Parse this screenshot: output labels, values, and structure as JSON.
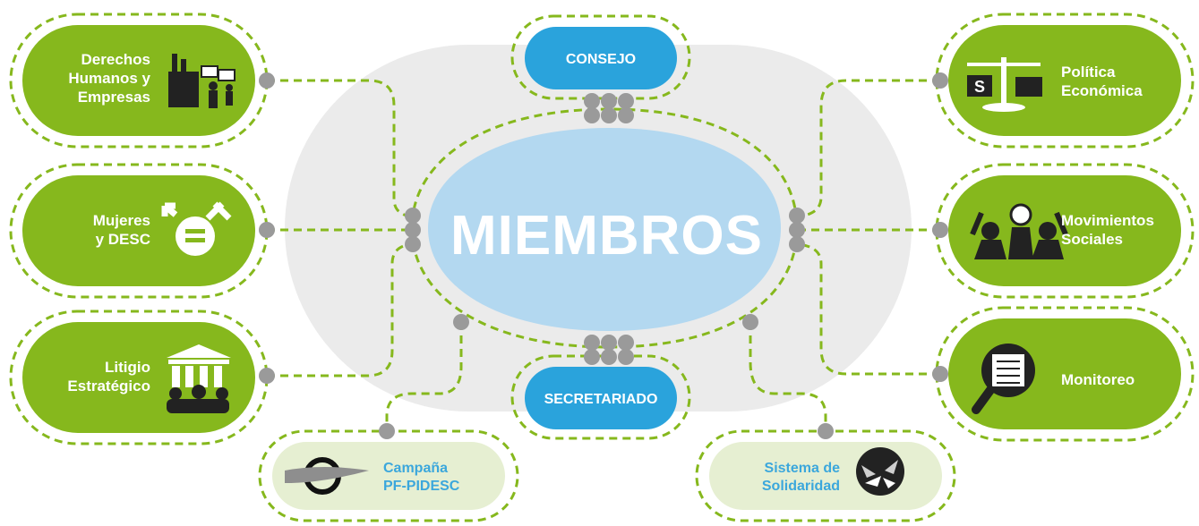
{
  "center": {
    "label": "MIEMBROS"
  },
  "top_box": {
    "label": "CONSEJO"
  },
  "bottom_box": {
    "label": "SECRETARIADO"
  },
  "left_groups": [
    {
      "line1": "Derechos",
      "line2": "Humanos y",
      "line3": "Empresas",
      "icon": "factory-protest-icon"
    },
    {
      "line1": "Mujeres",
      "line2": "y DESC",
      "icon": "gender-equality-icon"
    },
    {
      "line1": "Litigio",
      "line2": "Estratégico",
      "icon": "courthouse-icon"
    }
  ],
  "right_groups": [
    {
      "line1": "Política",
      "line2": "Económica",
      "icon": "scales-icon"
    },
    {
      "line1": "Movimientos",
      "line2": "Sociales",
      "icon": "raised-fists-icon"
    },
    {
      "line1": "Monitoreo",
      "icon": "magnifier-document-icon"
    }
  ],
  "bottom_left": {
    "line1": "Campaña",
    "line2": "PF-PIDESC",
    "icon": "campaign-logo-icon"
  },
  "bottom_right": {
    "line1": "Sistema de",
    "line2": "Solidaridad",
    "icon": "hands-circle-icon"
  },
  "colors": {
    "green": "#86b81d",
    "pale_green": "#e6efd2",
    "blue": "#2aa3dc",
    "light_blue": "#b3d8f0",
    "gray_bg": "#ebebeb",
    "connector": "#9a9a9a"
  }
}
